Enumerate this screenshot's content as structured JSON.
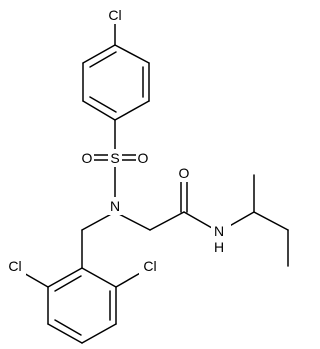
{
  "molecule": {
    "atoms": {
      "cl_top": "Cl",
      "s": "S",
      "o_left": "O",
      "o_right": "O",
      "n_sulfonamide": "N",
      "o_carbonyl": "O",
      "n_amide": "N",
      "h_amide": "H",
      "cl_left": "Cl",
      "cl_right": "Cl"
    }
  }
}
